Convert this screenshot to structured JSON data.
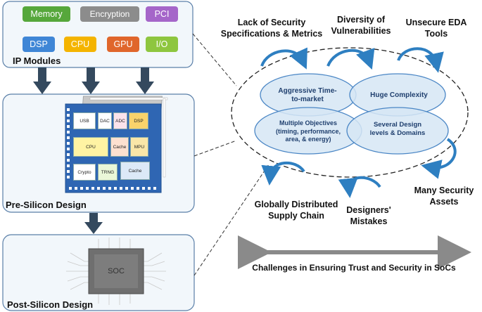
{
  "ip_modules": {
    "title": "IP Modules",
    "blocks": [
      {
        "label": "Memory",
        "color": "#56a73b"
      },
      {
        "label": "Encryption",
        "color": "#8c8c8c"
      },
      {
        "label": "PCI",
        "color": "#a566c9"
      },
      {
        "label": "DSP",
        "color": "#3f86d6"
      },
      {
        "label": "CPU",
        "color": "#f4b400"
      },
      {
        "label": "GPU",
        "color": "#e0662b"
      },
      {
        "label": "I/O",
        "color": "#8ec63f"
      }
    ]
  },
  "pre_silicon": {
    "title": "Pre-Silicon Design",
    "chip_blocks": [
      "USB",
      "DAC",
      "ADC",
      "DSP",
      "CPU",
      "Cache",
      "MPU",
      "Crypto",
      "TRNG",
      "Cache"
    ]
  },
  "post_silicon": {
    "title": "Post-Silicon Design",
    "chip_label": "SOC"
  },
  "ellipses": {
    "top_left": "Aggressive Time-\nto-market",
    "top_right": "Huge Complexity",
    "bottom_left": "Multiple Objectives\n(timing, performance,\narea, & energy)",
    "bottom_right": "Several Design\nlevels & Domains"
  },
  "challenges": [
    "Lack of Security\nSpecifications & Metrics",
    "Diversity of\nVulnerabilities",
    "Unsecure EDA\nTools",
    "Many Security\nAssets",
    "Designers'\nMistakes",
    "Globally Distributed\nSupply Chain"
  ],
  "footer": "Challenges in Ensuring Trust and Security in SoCs",
  "colors": {
    "panel_bg": "#f2f7fb",
    "panel_border": "#5a7fa8",
    "arrow": "#34495e",
    "ellipse_fill": "#d6e6f5",
    "ellipse_stroke": "#4a86c5",
    "curved_arrow": "#2e7fc1",
    "chip": "#2f66b3"
  }
}
